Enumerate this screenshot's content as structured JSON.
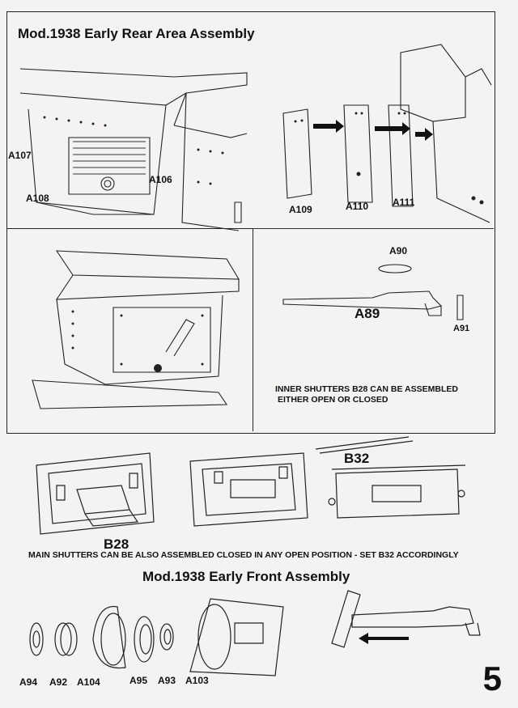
{
  "page": {
    "number": "5"
  },
  "rear": {
    "title": "Mod.1938 Early Rear Area Assembly",
    "labels": {
      "a107": "A107",
      "a106": "A106",
      "a108": "A108",
      "a109": "A109",
      "a110": "A110",
      "a111": "A111",
      "a90": "A90",
      "a89": "A89",
      "a91": "A91"
    },
    "note_inner": [
      "INNER SHUTTERS B28 CAN BE ASSEMBLED",
      "EITHER OPEN OR CLOSED"
    ]
  },
  "shutters": {
    "b28": "B28",
    "b32": "B32",
    "note_main": "MAIN SHUTTERS CAN BE ALSO ASSEMBLED CLOSED IN ANY OPEN POSITION  - SET B32 ACCORDINGLY"
  },
  "front": {
    "title": "Mod.1938 Early Front Assembly",
    "labels": {
      "a94": "A94",
      "a92": "A92",
      "a104": "A104",
      "a95": "A95",
      "a93": "A93",
      "a103": "A103"
    }
  }
}
